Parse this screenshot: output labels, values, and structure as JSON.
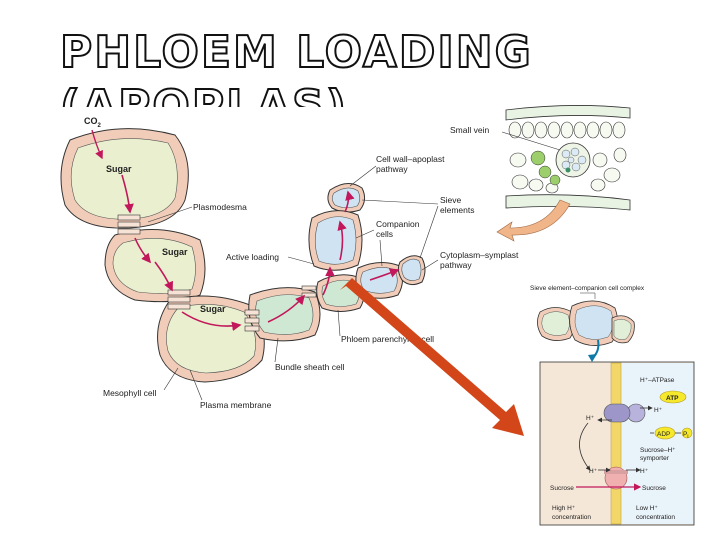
{
  "title": {
    "line1": "PHLOEM LOADING",
    "line2": "(APOPLAS)"
  },
  "main_diagram": {
    "co2": "CO",
    "co2_sub": "2",
    "sugar_labels": [
      "Sugar",
      "Sugar",
      "Sugar"
    ],
    "labels": {
      "plasmodesma": "Plasmodesma",
      "cell_wall_apoplast": [
        "Cell wall–apoplast",
        "pathway"
      ],
      "sieve_elements": [
        "Sieve",
        "elements"
      ],
      "companion_cells": [
        "Companion",
        "cells"
      ],
      "active_loading": "Active loading",
      "cytoplasm_symplast": [
        "Cytoplasm–symplast",
        "pathway"
      ],
      "phloem_parenchyma": "Phloem parenchyma cell",
      "bundle_sheath": "Bundle sheath cell",
      "mesophyll": "Mesophyll cell",
      "plasma_membrane": "Plasma membrane"
    }
  },
  "leaf_inset": {
    "small_vein": "Small vein"
  },
  "complex_inset": {
    "label": "Sieve element–companion cell complex"
  },
  "membrane_inset": {
    "atpase": "H⁺–ATPase",
    "atp": "ATP",
    "adp": "ADP",
    "pi": "P",
    "pi_sub": "i",
    "h_left_top": "H⁺",
    "h_right_top": "H⁺",
    "symporter": [
      "Sucrose–H⁺",
      "symporter"
    ],
    "h_left_bottom": "H⁺",
    "h_right_bottom": "H⁺",
    "sucrose_left": "Sucrose",
    "sucrose_right": "Sucrose",
    "high_h": [
      "High H⁺",
      "concentration"
    ],
    "low_h": [
      "Low H⁺",
      "concentration"
    ]
  },
  "colors": {
    "arrow": "#d2461a",
    "cell_wall": "#f1cdb9",
    "mesophyll": "#eaf0cf",
    "sieve": "#cfe3f2",
    "sugar_arrow": "#c2185b"
  }
}
